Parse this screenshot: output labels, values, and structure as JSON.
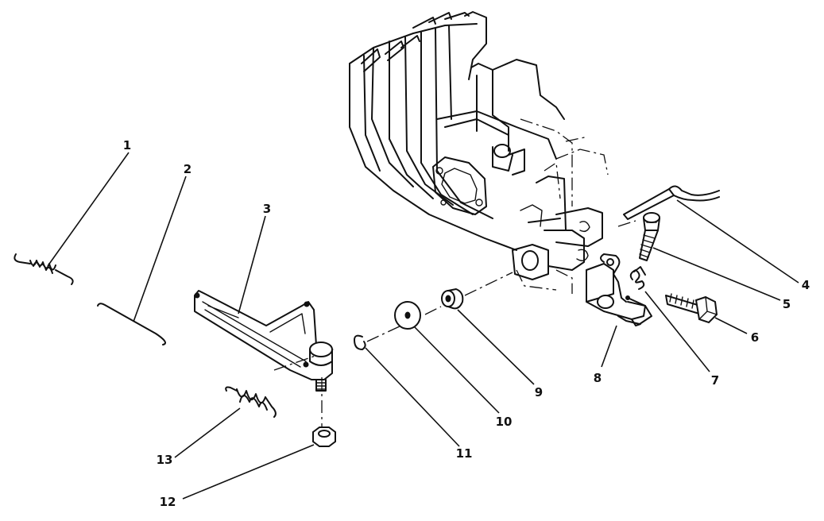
{
  "callouts": [
    {
      "id": "1",
      "text": "1"
    },
    {
      "id": "2",
      "text": "2"
    },
    {
      "id": "3",
      "text": "3"
    },
    {
      "id": "4",
      "text": "4"
    },
    {
      "id": "5",
      "text": "5"
    },
    {
      "id": "6",
      "text": "6"
    },
    {
      "id": "7",
      "text": "7"
    },
    {
      "id": "8",
      "text": "8"
    },
    {
      "id": "9",
      "text": "9"
    },
    {
      "id": "10",
      "text": "10"
    },
    {
      "id": "11",
      "text": "11"
    },
    {
      "id": "12",
      "text": "12"
    },
    {
      "id": "13",
      "text": "13"
    }
  ]
}
